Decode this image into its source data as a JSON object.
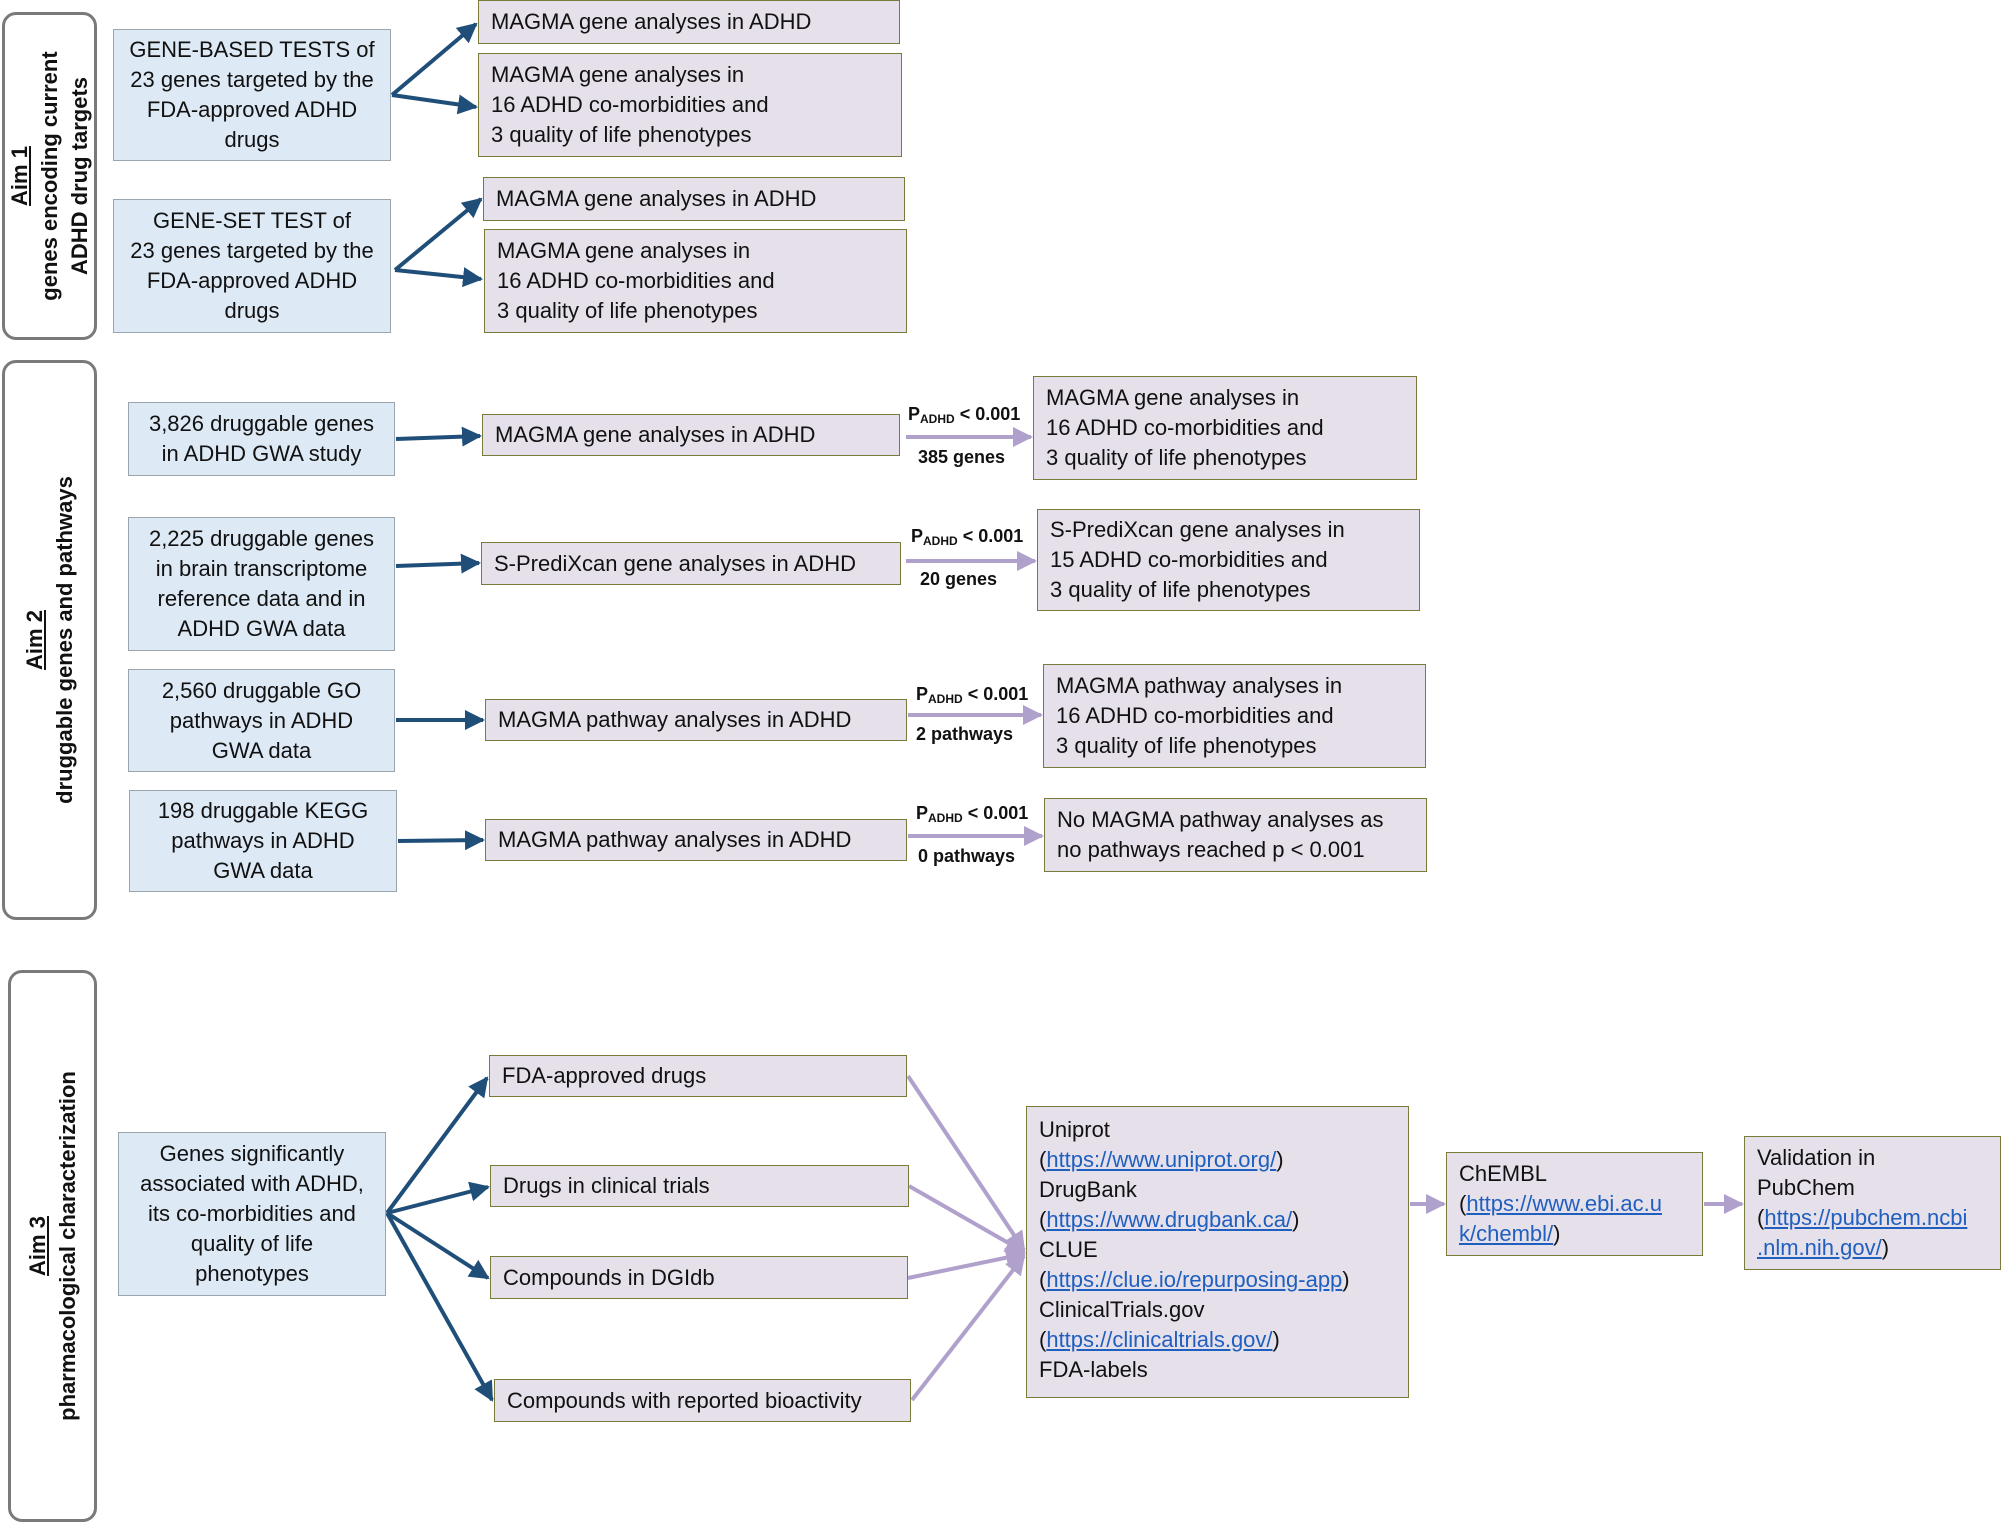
{
  "aims": [
    {
      "number": "Aim 1",
      "title_lines": [
        "genes encoding current",
        "ADHD drug targets"
      ]
    },
    {
      "number": "Aim 2",
      "title_lines": [
        "druggable genes and pathways"
      ]
    },
    {
      "number": "Aim 3",
      "title_lines": [
        "pharmacological characterization"
      ]
    }
  ],
  "aim1": {
    "gene_based": {
      "lines": [
        "GENE-BASED TESTS of",
        "23 genes targeted by the",
        "FDA-approved ADHD",
        "drugs"
      ]
    },
    "gene_based_adhd": {
      "lines": [
        "MAGMA gene analyses in ADHD"
      ]
    },
    "gene_based_comorb": {
      "lines": [
        "MAGMA gene analyses in",
        "16 ADHD co-morbidities and",
        "3 quality of life phenotypes"
      ]
    },
    "gene_set": {
      "lines": [
        "GENE-SET TEST of",
        "23 genes targeted by the",
        "FDA-approved ADHD",
        "drugs"
      ]
    },
    "gene_set_adhd": {
      "lines": [
        "MAGMA gene analyses in ADHD"
      ]
    },
    "gene_set_comorb": {
      "lines": [
        "MAGMA gene analyses in",
        "16 ADHD co-morbidities and",
        "3 quality of life phenotypes"
      ]
    }
  },
  "aim2": {
    "rows": [
      {
        "source": {
          "lines": [
            "3,826 druggable genes",
            "in ADHD GWA study"
          ]
        },
        "analysis": {
          "lines": [
            "MAGMA gene analyses in ADHD"
          ]
        },
        "threshold": {
          "p": "P",
          "sub": "ADHD",
          "rest": " < 0.001",
          "count": "385 genes"
        },
        "result": {
          "lines": [
            "MAGMA gene analyses in",
            "16 ADHD co-morbidities and",
            "3 quality of life phenotypes"
          ]
        }
      },
      {
        "source": {
          "lines": [
            "2,225 druggable genes",
            "in brain transcriptome",
            "reference data and in",
            "ADHD GWA data"
          ]
        },
        "analysis": {
          "lines": [
            "S-PrediXcan gene analyses in ADHD"
          ]
        },
        "threshold": {
          "p": "P",
          "sub": "ADHD",
          "rest": " < 0.001",
          "count": "20 genes"
        },
        "result": {
          "lines": [
            "S-PrediXcan gene analyses in",
            "15 ADHD co-morbidities and",
            "3 quality of life phenotypes"
          ]
        }
      },
      {
        "source": {
          "lines": [
            "2,560 druggable GO",
            "pathways in ADHD",
            "GWA data"
          ]
        },
        "analysis": {
          "lines": [
            "MAGMA pathway analyses in ADHD"
          ]
        },
        "threshold": {
          "p": "P",
          "sub": "ADHD",
          "rest": " < 0.001",
          "count": "2 pathways"
        },
        "result": {
          "lines": [
            "MAGMA pathway analyses in",
            "16 ADHD co-morbidities and",
            "3 quality of life phenotypes"
          ]
        }
      },
      {
        "source": {
          "lines": [
            "198 druggable KEGG",
            "pathways in ADHD",
            "GWA data"
          ]
        },
        "analysis": {
          "lines": [
            "MAGMA pathway analyses in ADHD"
          ]
        },
        "threshold": {
          "p": "P",
          "sub": "ADHD",
          "rest": " < 0.001",
          "count": "0 pathways"
        },
        "result": {
          "lines": [
            "No MAGMA pathway analyses as",
            "no pathways reached p < 0.001"
          ]
        }
      }
    ]
  },
  "aim3": {
    "source": {
      "lines": [
        "Genes significantly",
        "associated with ADHD,",
        "its co-morbidities and",
        "quality of life",
        "phenotypes"
      ]
    },
    "categories": [
      {
        "lines": [
          "FDA-approved drugs"
        ]
      },
      {
        "lines": [
          "Drugs in clinical trials"
        ]
      },
      {
        "lines": [
          "Compounds in DGIdb"
        ]
      },
      {
        "lines": [
          "Compounds with reported bioactivity"
        ]
      }
    ],
    "databases": {
      "lines": [
        {
          "pre": "Uniprot",
          "link": "",
          "post": ""
        },
        {
          "pre": "(",
          "link": "https://www.uniprot.org/",
          "post": ")"
        },
        {
          "pre": "DrugBank",
          "link": "",
          "post": ""
        },
        {
          "pre": "(",
          "link": "https://www.drugbank.ca/",
          "post": ")"
        },
        {
          "pre": "CLUE",
          "link": "",
          "post": ""
        },
        {
          "pre": "(",
          "link": "https://clue.io/repurposing-app",
          "post": ")"
        },
        {
          "pre": "ClinicalTrials.gov",
          "link": "",
          "post": ""
        },
        {
          "pre": "(",
          "link": "https://clinicaltrials.gov/",
          "post": ")"
        },
        {
          "pre": "FDA-labels",
          "link": "",
          "post": ""
        }
      ]
    },
    "chembl": {
      "lines": [
        {
          "pre": "ChEMBL",
          "link": "",
          "post": ""
        },
        {
          "pre": "(",
          "link": "https://www.ebi.ac.u",
          "post": ""
        },
        {
          "pre": "",
          "link": "k/chembl/",
          "post": ")"
        }
      ]
    },
    "pubchem": {
      "lines": [
        {
          "pre": "Validation in",
          "link": "",
          "post": ""
        },
        {
          "pre": "PubChem",
          "link": "",
          "post": ""
        },
        {
          "pre": "(",
          "link": "https://pubchem.ncbi",
          "post": ""
        },
        {
          "pre": "",
          "link": ".nlm.nih.gov/",
          "post": ")"
        }
      ]
    }
  },
  "colors": {
    "blue_arrow": "#1f4e79",
    "purple_arrow": "#b0a0cc",
    "source_fill": "#dde9f5",
    "analysis_fill": "#e6e0ea"
  }
}
